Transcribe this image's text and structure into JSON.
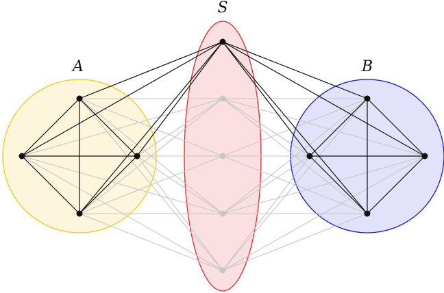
{
  "labels": {
    "set_a": "A",
    "set_s": "S",
    "set_b": "B"
  },
  "colors": {
    "set_a_fill": "#fdf6dc",
    "set_a_stroke": "#f2c81a",
    "set_s_fill": "#fbdfe1",
    "set_s_stroke": "#e8262a",
    "set_b_fill": "#e2e2fb",
    "set_b_stroke": "#1515c8",
    "dark_edge": "#111111",
    "light_edge": "#c6c6c6",
    "dark_node": "#111111",
    "light_node": "#c6c6c6"
  },
  "groups": {
    "A": [
      "a_top",
      "a_left",
      "a_right",
      "a_bottom"
    ],
    "S": [
      "s_top",
      "s_1",
      "s_2",
      "s_3",
      "s_bottom"
    ],
    "B": [
      "b_top",
      "b_left",
      "b_right",
      "b_bottom"
    ]
  },
  "dark_nodes": [
    "a_top",
    "a_left",
    "a_right",
    "a_bottom",
    "s_top",
    "b_top",
    "b_left",
    "b_right",
    "b_bottom"
  ]
}
